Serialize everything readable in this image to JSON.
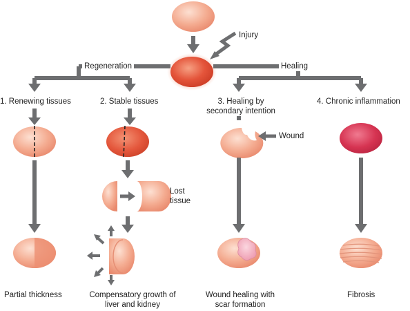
{
  "labels": {
    "injury": "Injury",
    "regeneration": "Regeneration",
    "healing": "Healing",
    "renewing": "1. Renewing tissues",
    "stable": "2. Stable tissues",
    "secondary": "3. Healing by secondary intention",
    "chronic": "4. Chronic inflammation",
    "wound": "Wound",
    "lost_tissue": "Lost tissue",
    "partial": "Partial thickness",
    "compensatory": "Compensatory growth of liver and kidney",
    "scar": "Wound healing with scar formation",
    "fibrosis": "Fibrosis"
  },
  "colors": {
    "arrow": "#6d6e70",
    "normal_cell": "#f3a98e",
    "injured_cell": "#e5553a",
    "regenerating_cell": "#e8654a",
    "inflamed_cell": "#d4334f",
    "scar_tissue": "#f5b9c9"
  }
}
